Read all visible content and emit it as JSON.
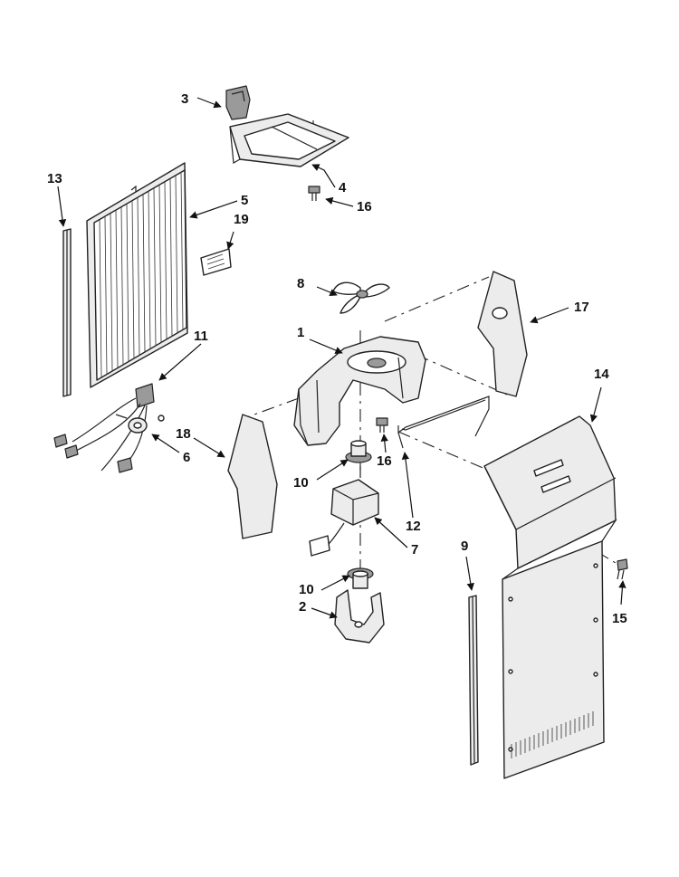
{
  "diagram": {
    "callouts": [
      "1",
      "2",
      "3",
      "4",
      "5",
      "6",
      "7",
      "8",
      "9",
      "10",
      "10",
      "11",
      "12",
      "13",
      "14",
      "15",
      "16",
      "16",
      "17",
      "18",
      "19"
    ]
  }
}
